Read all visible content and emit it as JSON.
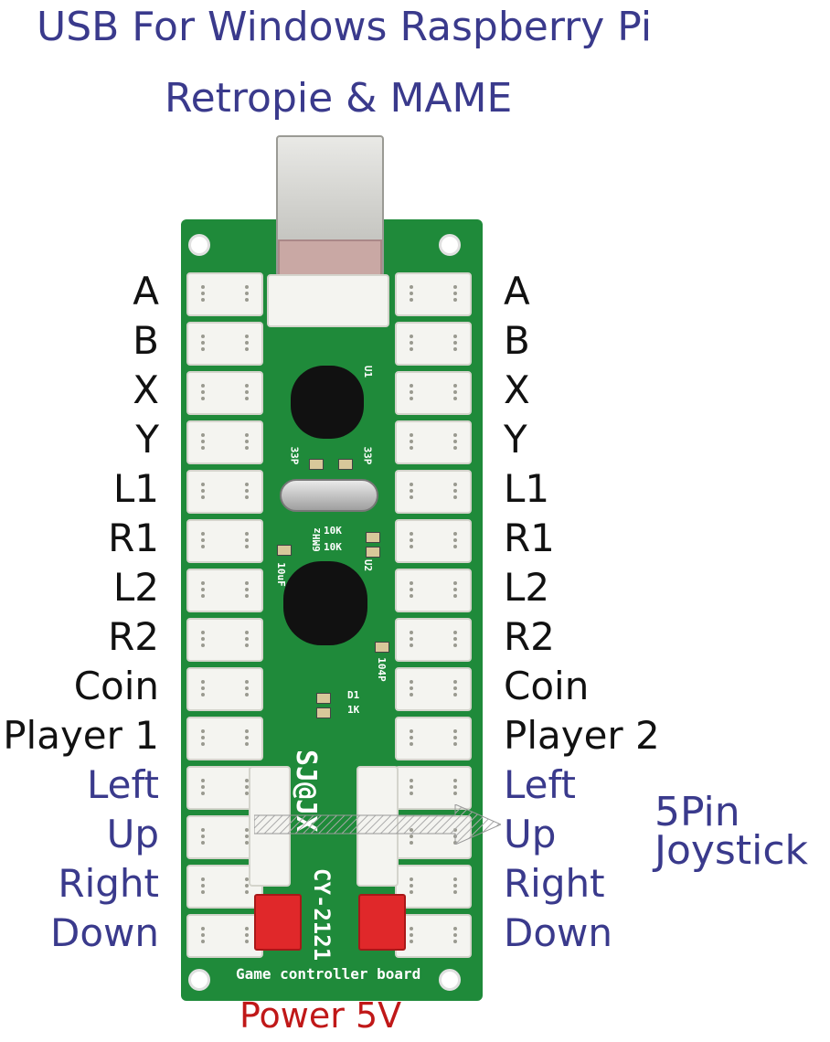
{
  "title": {
    "line1": "USB For Windows Raspberry Pi",
    "line2": "Retropie & MAME"
  },
  "left_labels": [
    "A",
    "B",
    "X",
    "Y",
    "L1",
    "R1",
    "L2",
    "R2",
    "Coin",
    "Player 1",
    "Left",
    "Up",
    "Right",
    "Down"
  ],
  "right_labels": [
    "A",
    "B",
    "X",
    "Y",
    "L1",
    "R1",
    "L2",
    "R2",
    "Coin",
    "Player 2",
    "Left",
    "Up",
    "Right",
    "Down"
  ],
  "joystick_label": {
    "line1": "5Pin",
    "line2": "Joystick"
  },
  "power_label": "Power 5V",
  "board_silkscreen": {
    "brand": "SJ@JX",
    "model": "CY-2121",
    "bottom": "Game controller board",
    "crystal": "6MHz",
    "parts": [
      "10K",
      "10K",
      "10uF",
      "33P",
      "33P",
      "104P",
      "1K",
      "D1",
      "U2",
      "U1"
    ]
  },
  "colors": {
    "title_blue": "#3a3a8c",
    "label_black": "#111111",
    "power_red": "#c01818",
    "board_green": "#1f8a3a"
  }
}
